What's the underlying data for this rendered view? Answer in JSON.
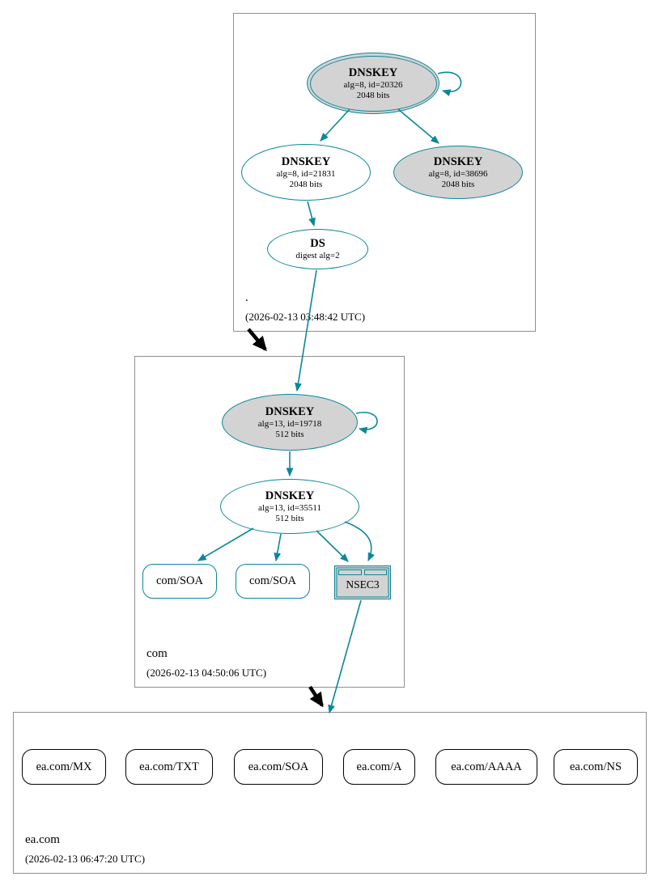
{
  "diagram": {
    "kind": "dnssec-authentication-chain-graph"
  },
  "colors": {
    "secure_teal": "#0a879a",
    "ksk_fill_gray": "#d3d3d3",
    "zone_border_gray": "#8f8f8f",
    "insecure_black": "#000000",
    "background": "#ffffff"
  },
  "zones": {
    "root": {
      "name": ".",
      "timestamp": "(2026-02-13 03:48:42 UTC)",
      "ksk": {
        "title": "DNSKEY",
        "detail1": "alg=8, id=20326",
        "detail2": "2048 bits"
      },
      "zsk": {
        "title": "DNSKEY",
        "detail1": "alg=8, id=21831",
        "detail2": "2048 bits"
      },
      "dnskey_extra": {
        "title": "DNSKEY",
        "detail1": "alg=8, id=38696",
        "detail2": "2048 bits"
      },
      "ds": {
        "title": "DS",
        "detail1": "digest alg=2"
      }
    },
    "com": {
      "name": "com",
      "timestamp": "(2026-02-13 04:50:06 UTC)",
      "ksk": {
        "title": "DNSKEY",
        "detail1": "alg=13, id=19718",
        "detail2": "512 bits"
      },
      "zsk": {
        "title": "DNSKEY",
        "detail1": "alg=13, id=35511",
        "detail2": "512 bits"
      },
      "soa1": "com/SOA",
      "soa2": "com/SOA",
      "nsec3": "NSEC3"
    },
    "ea": {
      "name": "ea.com",
      "timestamp": "(2026-02-13 06:47:20 UTC)",
      "rrsets": [
        "ea.com/MX",
        "ea.com/TXT",
        "ea.com/SOA",
        "ea.com/A",
        "ea.com/AAAA",
        "ea.com/NS"
      ]
    }
  }
}
